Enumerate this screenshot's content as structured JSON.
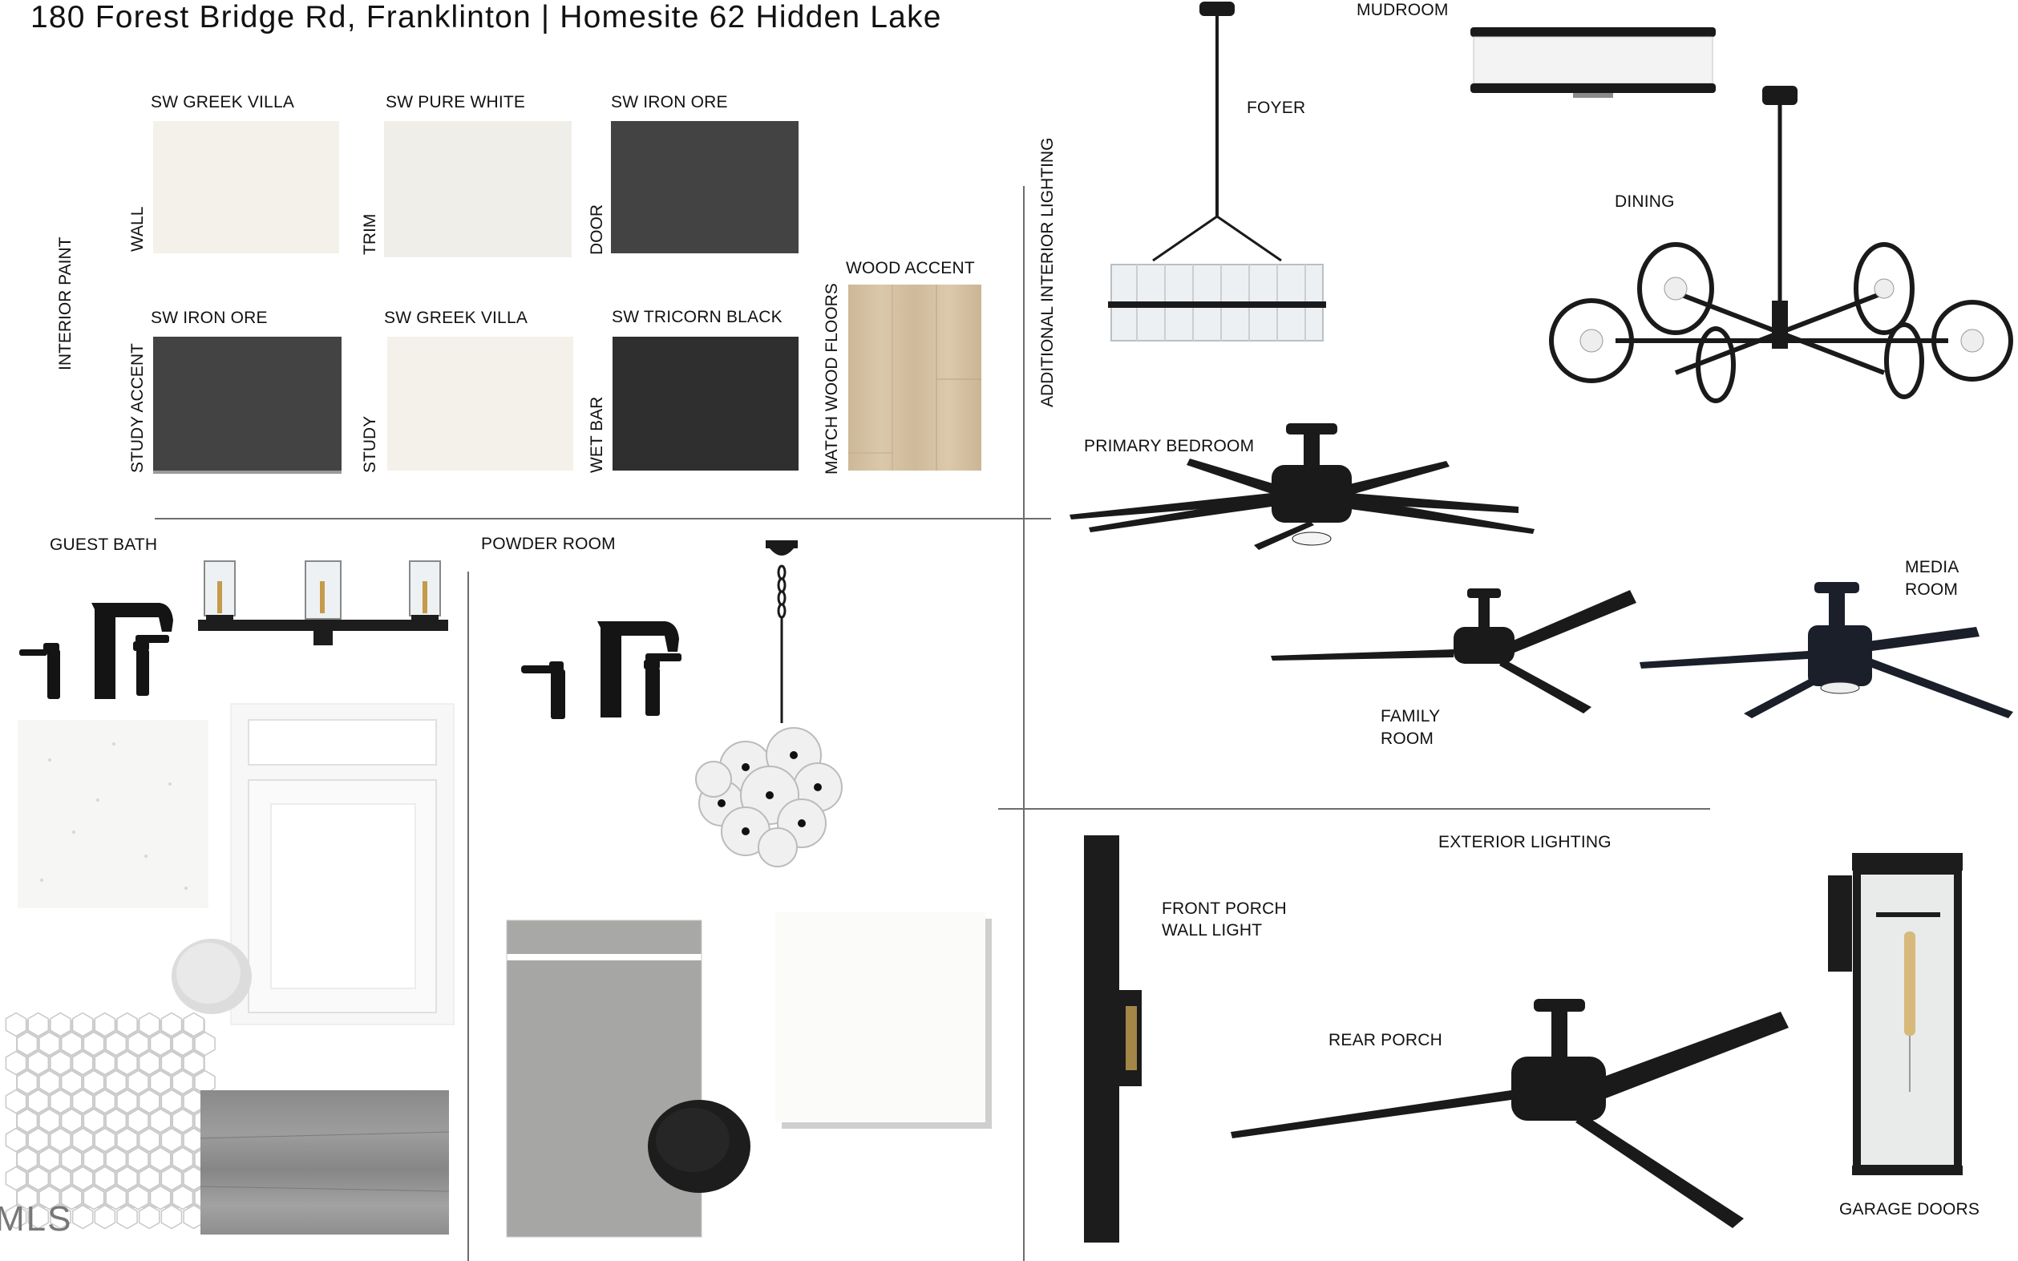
{
  "title": "180 Forest Bridge Rd, Franklinton | Homesite 62 Hidden Lake",
  "interior_paint": {
    "section_label": "INTERIOR PAINT",
    "swatches": [
      {
        "name": "SW GREEK VILLA",
        "use": "WALL",
        "color": "#f3f1ea"
      },
      {
        "name": "SW PURE WHITE",
        "use": "TRIM",
        "color": "#efeee9"
      },
      {
        "name": "SW IRON ORE",
        "use": "DOOR",
        "color": "#434343"
      },
      {
        "name": "SW IRON ORE",
        "use": "STUDY ACCENT",
        "color": "#434343"
      },
      {
        "name": "SW GREEK VILLA",
        "use": "STUDY",
        "color": "#f3f1ea"
      },
      {
        "name": "SW TRICORN BLACK",
        "use": "WET BAR",
        "color": "#2f2f2f"
      }
    ],
    "wood": {
      "name": "WOOD ACCENT",
      "use": "MATCH WOOD FLOORS",
      "color": "#d6c3a3"
    }
  },
  "guest_bath": {
    "label": "GUEST BATH"
  },
  "powder_room": {
    "label": "POWDER ROOM"
  },
  "lighting": {
    "section_label": "ADDITIONAL INTERIOR LIGHTING",
    "foyer": "FOYER",
    "mudroom": "MUDROOM",
    "dining": "DINING",
    "primary_bedroom": "PRIMARY BEDROOM",
    "family_room_1": "FAMILY",
    "family_room_2": "ROOM",
    "media_room_1": "MEDIA",
    "media_room_2": "ROOM"
  },
  "exterior": {
    "section_label": "EXTERIOR LIGHTING",
    "front_porch_1": "FRONT PORCH",
    "front_porch_2": "WALL LIGHT",
    "rear_porch": "REAR PORCH",
    "garage_doors": "GARAGE DOORS"
  },
  "watermark": "MLS"
}
